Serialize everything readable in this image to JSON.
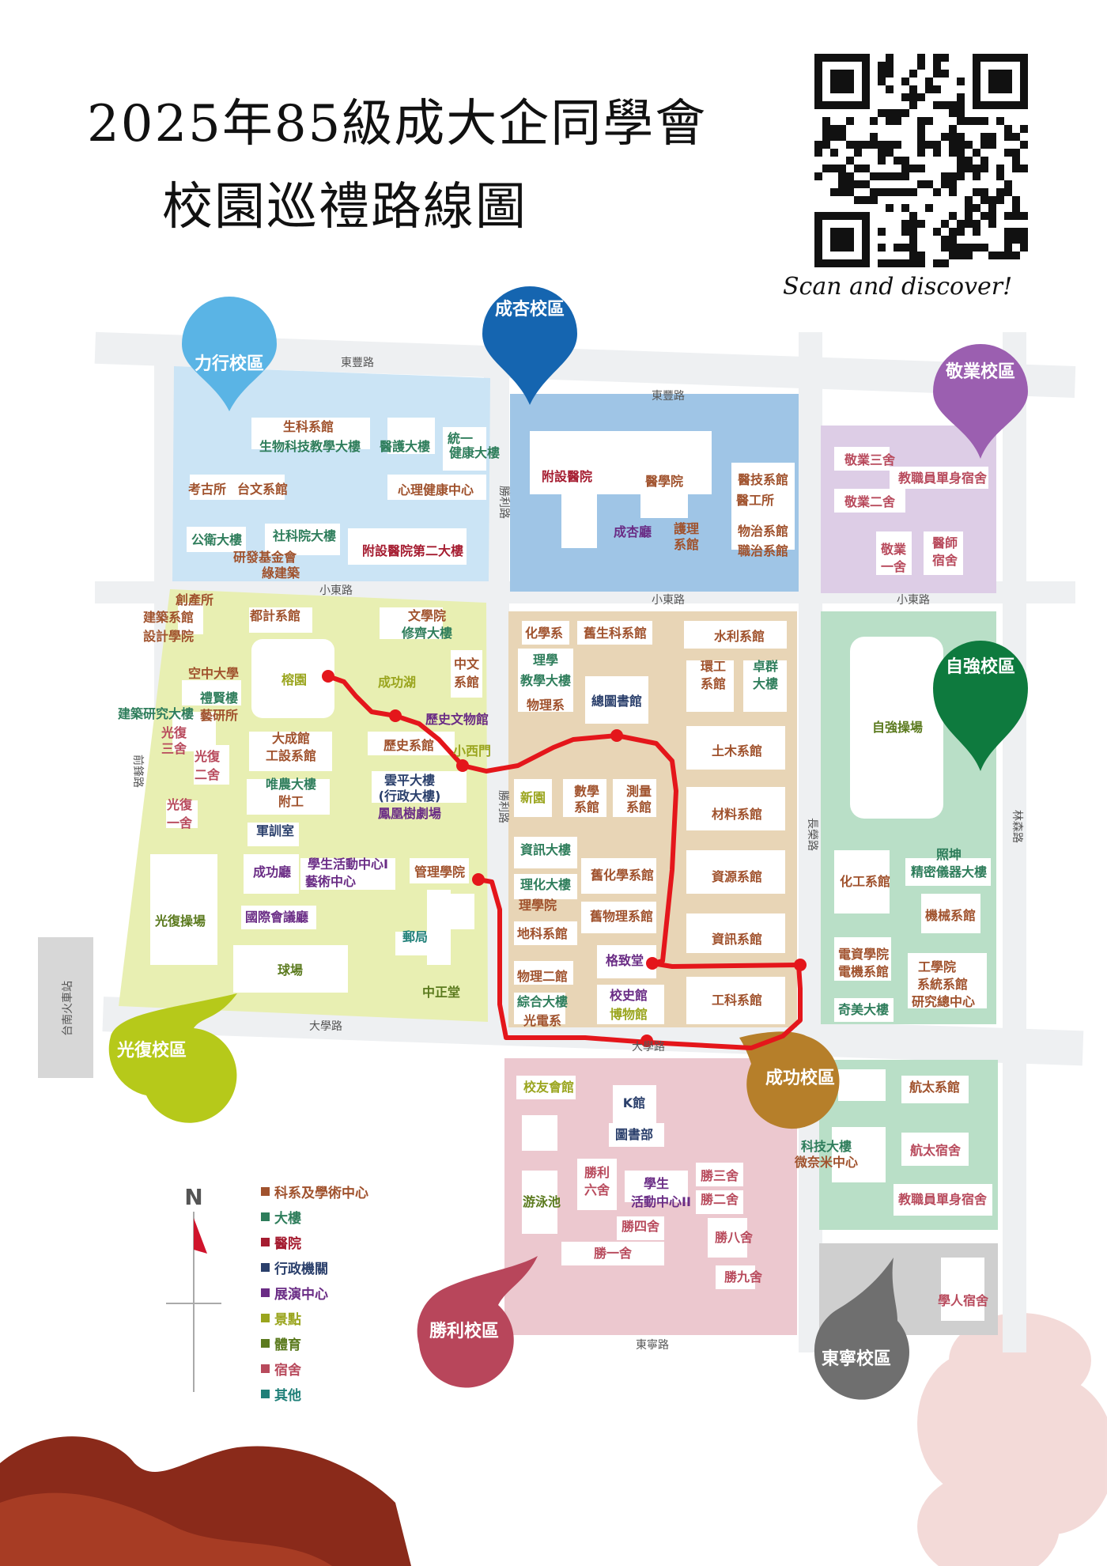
{
  "title": {
    "line1": "2025年85級成大企同學會",
    "line2": "校園巡禮路線圖"
  },
  "qr_caption": "Scan and discover!",
  "north_label": "N",
  "colors": {
    "dept": "#a0522d",
    "building": "#2e7d5b",
    "hospital": "#a51c30",
    "admin": "#2a3f6b",
    "exhibit": "#6a2c85",
    "landmark": "#9aa51e",
    "sport": "#5b7a1e",
    "dorm": "#b84a5c",
    "other": "#1f7f78",
    "route": "#e4161b"
  },
  "legend": [
    {
      "label": "科系及學術中心",
      "color": "#a0522d"
    },
    {
      "label": "大樓",
      "color": "#2e7d5b"
    },
    {
      "label": "醫院",
      "color": "#a51c30"
    },
    {
      "label": "行政機關",
      "color": "#2a3f6b"
    },
    {
      "label": "展演中心",
      "color": "#6a2c85"
    },
    {
      "label": "景點",
      "color": "#9aa51e"
    },
    {
      "label": "體育",
      "color": "#5b7a1e"
    },
    {
      "label": "宿舍",
      "color": "#b84a5c"
    },
    {
      "label": "其他",
      "color": "#1f7f78"
    }
  ],
  "campuses": [
    {
      "name": "力行校區",
      "color": "#5ab4e5"
    },
    {
      "name": "成杏校區",
      "color": "#1565b0"
    },
    {
      "name": "敬業校區",
      "color": "#9b5fb0"
    },
    {
      "name": "自強校區",
      "color": "#0e7a3e"
    },
    {
      "name": "光復校區",
      "color": "#b6c91a"
    },
    {
      "name": "成功校區",
      "color": "#b67f2a"
    },
    {
      "name": "勝利校區",
      "color": "#b8465b"
    },
    {
      "name": "東寧校區",
      "color": "#6f6f6f"
    }
  ],
  "roads": [
    "東豐路",
    "東豐路",
    "勝利路",
    "小東路",
    "小東路",
    "小東路",
    "前鋒路",
    "勝利路",
    "長榮路",
    "林森路",
    "大學路",
    "大學路",
    "東寧路"
  ],
  "station": "台南火車站",
  "labels": [
    {
      "t": "生科系館",
      "c": "dept"
    },
    {
      "t": "生物科技教學大樓",
      "c": "building"
    },
    {
      "t": "醫護大樓",
      "c": "building"
    },
    {
      "t": "統一",
      "c": "building"
    },
    {
      "t": "健康大樓",
      "c": "building"
    },
    {
      "t": "考古所",
      "c": "dept"
    },
    {
      "t": "台文系館",
      "c": "dept"
    },
    {
      "t": "心理健康中心",
      "c": "dept"
    },
    {
      "t": "公衛大樓",
      "c": "building"
    },
    {
      "t": "社科院大樓",
      "c": "building"
    },
    {
      "t": "研發基金會",
      "c": "dept"
    },
    {
      "t": "綠建築",
      "c": "dept"
    },
    {
      "t": "附設醫院第二大樓",
      "c": "hospital"
    },
    {
      "t": "附設醫院",
      "c": "hospital"
    },
    {
      "t": "醫學院",
      "c": "dept"
    },
    {
      "t": "醫技系館",
      "c": "dept"
    },
    {
      "t": "醫工所",
      "c": "dept"
    },
    {
      "t": "成杏廳",
      "c": "exhibit"
    },
    {
      "t": "護理",
      "c": "dept"
    },
    {
      "t": "系館",
      "c": "dept"
    },
    {
      "t": "物治系館",
      "c": "dept"
    },
    {
      "t": "職治系館",
      "c": "dept"
    },
    {
      "t": "敬業三舍",
      "c": "dorm"
    },
    {
      "t": "教職員單身宿舍",
      "c": "dorm"
    },
    {
      "t": "敬業二舍",
      "c": "dorm"
    },
    {
      "t": "敬業",
      "c": "dorm"
    },
    {
      "t": "一舍",
      "c": "dorm"
    },
    {
      "t": "醫師",
      "c": "dorm"
    },
    {
      "t": "宿舍",
      "c": "dorm"
    },
    {
      "t": "創產所",
      "c": "dept"
    },
    {
      "t": "建築系館",
      "c": "dept"
    },
    {
      "t": "設計學院",
      "c": "dept"
    },
    {
      "t": "都計系館",
      "c": "dept"
    },
    {
      "t": "文學院",
      "c": "dept"
    },
    {
      "t": "修齊大樓",
      "c": "building"
    },
    {
      "t": "空中大學",
      "c": "dept"
    },
    {
      "t": "榕園",
      "c": "landmark"
    },
    {
      "t": "成功湖",
      "c": "landmark"
    },
    {
      "t": "中文",
      "c": "dept"
    },
    {
      "t": "系館",
      "c": "dept"
    },
    {
      "t": "禮賢樓",
      "c": "building"
    },
    {
      "t": "藝研所",
      "c": "dept"
    },
    {
      "t": "建築研究大樓",
      "c": "building"
    },
    {
      "t": "光復",
      "c": "dorm"
    },
    {
      "t": "三舍",
      "c": "dorm"
    },
    {
      "t": "光復",
      "c": "dorm"
    },
    {
      "t": "二舍",
      "c": "dorm"
    },
    {
      "t": "大成館",
      "c": "dept"
    },
    {
      "t": "工設系館",
      "c": "dept"
    },
    {
      "t": "歷史系館",
      "c": "dept"
    },
    {
      "t": "歷史文物館",
      "c": "exhibit"
    },
    {
      "t": "小西門",
      "c": "landmark"
    },
    {
      "t": "唯農大樓",
      "c": "building"
    },
    {
      "t": "附工",
      "c": "dept"
    },
    {
      "t": "雲平大樓",
      "c": "admin"
    },
    {
      "t": "(行政大樓)",
      "c": "admin"
    },
    {
      "t": "鳳凰樹劇場",
      "c": "exhibit"
    },
    {
      "t": "光復",
      "c": "dorm"
    },
    {
      "t": "一舍",
      "c": "dorm"
    },
    {
      "t": "軍訓室",
      "c": "admin"
    },
    {
      "t": "成功廳",
      "c": "exhibit"
    },
    {
      "t": "學生活動中心I",
      "c": "exhibit"
    },
    {
      "t": "藝術中心",
      "c": "exhibit"
    },
    {
      "t": "管理學院",
      "c": "dept"
    },
    {
      "t": "光復操場",
      "c": "sport"
    },
    {
      "t": "國際會議廳",
      "c": "exhibit"
    },
    {
      "t": "郵局",
      "c": "other"
    },
    {
      "t": "球場",
      "c": "sport"
    },
    {
      "t": "中正堂",
      "c": "sport"
    },
    {
      "t": "化學系",
      "c": "dept"
    },
    {
      "t": "舊生科系館",
      "c": "dept"
    },
    {
      "t": "理學",
      "c": "building"
    },
    {
      "t": "教學大樓",
      "c": "building"
    },
    {
      "t": "物理系",
      "c": "dept"
    },
    {
      "t": "總圖書館",
      "c": "admin"
    },
    {
      "t": "水利系館",
      "c": "dept"
    },
    {
      "t": "環工",
      "c": "dept"
    },
    {
      "t": "系館",
      "c": "dept"
    },
    {
      "t": "卓群",
      "c": "building"
    },
    {
      "t": "大樓",
      "c": "building"
    },
    {
      "t": "土木系館",
      "c": "dept"
    },
    {
      "t": "新園",
      "c": "landmark"
    },
    {
      "t": "數學",
      "c": "dept"
    },
    {
      "t": "系館",
      "c": "dept"
    },
    {
      "t": "測量",
      "c": "dept"
    },
    {
      "t": "系館",
      "c": "dept"
    },
    {
      "t": "材料系館",
      "c": "dept"
    },
    {
      "t": "資訊大樓",
      "c": "building"
    },
    {
      "t": "理化大樓",
      "c": "building"
    },
    {
      "t": "理學院",
      "c": "dept"
    },
    {
      "t": "舊化學系館",
      "c": "dept"
    },
    {
      "t": "資源系館",
      "c": "dept"
    },
    {
      "t": "地科系館",
      "c": "dept"
    },
    {
      "t": "舊物理系館",
      "c": "dept"
    },
    {
      "t": "資訊系館",
      "c": "dept"
    },
    {
      "t": "物理二館",
      "c": "dept"
    },
    {
      "t": "格致堂",
      "c": "exhibit"
    },
    {
      "t": "綜合大樓",
      "c": "building"
    },
    {
      "t": "光電系",
      "c": "dept"
    },
    {
      "t": "校史館",
      "c": "exhibit"
    },
    {
      "t": "博物館",
      "c": "landmark"
    },
    {
      "t": "工科系館",
      "c": "dept"
    },
    {
      "t": "自強操場",
      "c": "sport"
    },
    {
      "t": "照坤",
      "c": "building"
    },
    {
      "t": "精密儀器大樓",
      "c": "building"
    },
    {
      "t": "化工系館",
      "c": "dept"
    },
    {
      "t": "機械系館",
      "c": "dept"
    },
    {
      "t": "電資學院",
      "c": "dept"
    },
    {
      "t": "電機系館",
      "c": "dept"
    },
    {
      "t": "工學院",
      "c": "dept"
    },
    {
      "t": "系統系館",
      "c": "dept"
    },
    {
      "t": "研究總中心",
      "c": "dept"
    },
    {
      "t": "奇美大樓",
      "c": "building"
    },
    {
      "t": "校友會館",
      "c": "landmark"
    },
    {
      "t": "K館",
      "c": "admin"
    },
    {
      "t": "圖書部",
      "c": "admin"
    },
    {
      "t": "游泳池",
      "c": "sport"
    },
    {
      "t": "勝利",
      "c": "dorm"
    },
    {
      "t": "六舍",
      "c": "dorm"
    },
    {
      "t": "學生",
      "c": "exhibit"
    },
    {
      "t": "活動中心II",
      "c": "exhibit"
    },
    {
      "t": "勝三舍",
      "c": "dorm"
    },
    {
      "t": "勝二舍",
      "c": "dorm"
    },
    {
      "t": "勝四舍",
      "c": "dorm"
    },
    {
      "t": "勝八舍",
      "c": "dorm"
    },
    {
      "t": "勝一舍",
      "c": "dorm"
    },
    {
      "t": "勝九舍",
      "c": "dorm"
    },
    {
      "t": "航太系館",
      "c": "dept"
    },
    {
      "t": "科技大樓",
      "c": "building"
    },
    {
      "t": "微奈米中心",
      "c": "dept"
    },
    {
      "t": "航太宿舍",
      "c": "dorm"
    },
    {
      "t": "教職員單身宿舍",
      "c": "dorm"
    },
    {
      "t": "學人宿舍",
      "c": "dorm"
    }
  ]
}
